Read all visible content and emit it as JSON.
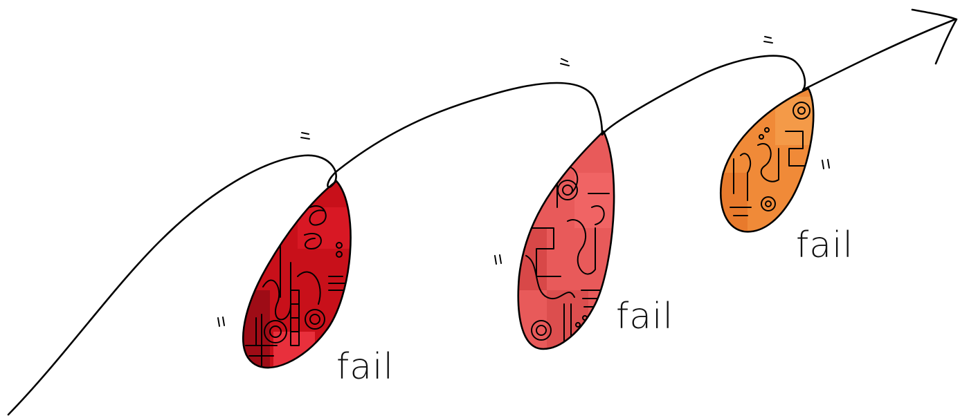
{
  "labels": {
    "fail_1": "fail",
    "fail_2": "fail",
    "fail_3": "fail"
  },
  "colors": {
    "drop_1": "#c8101a",
    "drop_2": "#e85a5a",
    "drop_3": "#f08a38",
    "ink": "#000000"
  }
}
